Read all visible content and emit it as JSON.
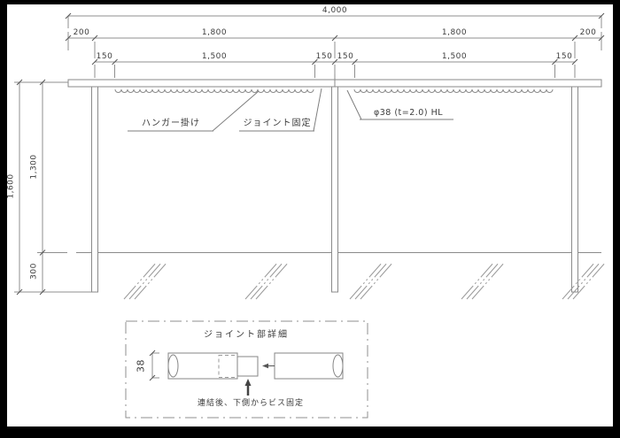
{
  "drawing": {
    "dims": {
      "overall": "4,000",
      "row2": [
        "200",
        "1,800",
        "1,800",
        "200"
      ],
      "row3": [
        "150",
        "1,500",
        "150",
        "150",
        "1,500",
        "150"
      ],
      "height_total": "1,600",
      "height_clear": "1,300",
      "embed_depth": "300"
    },
    "labels": {
      "hanger": "ハンガー掛け",
      "joint": "ジョイント固定",
      "pipe_spec": "φ38 (t=2.0) HL"
    },
    "detail": {
      "title": "ジョイント部詳細",
      "dia": "38",
      "note": "連結後、下側からビス固定"
    },
    "colors": {
      "line": "#8f8f8f",
      "tick": "#555555",
      "text": "#3c3c3c",
      "background": "#ffffff",
      "frame": "#000000"
    }
  }
}
